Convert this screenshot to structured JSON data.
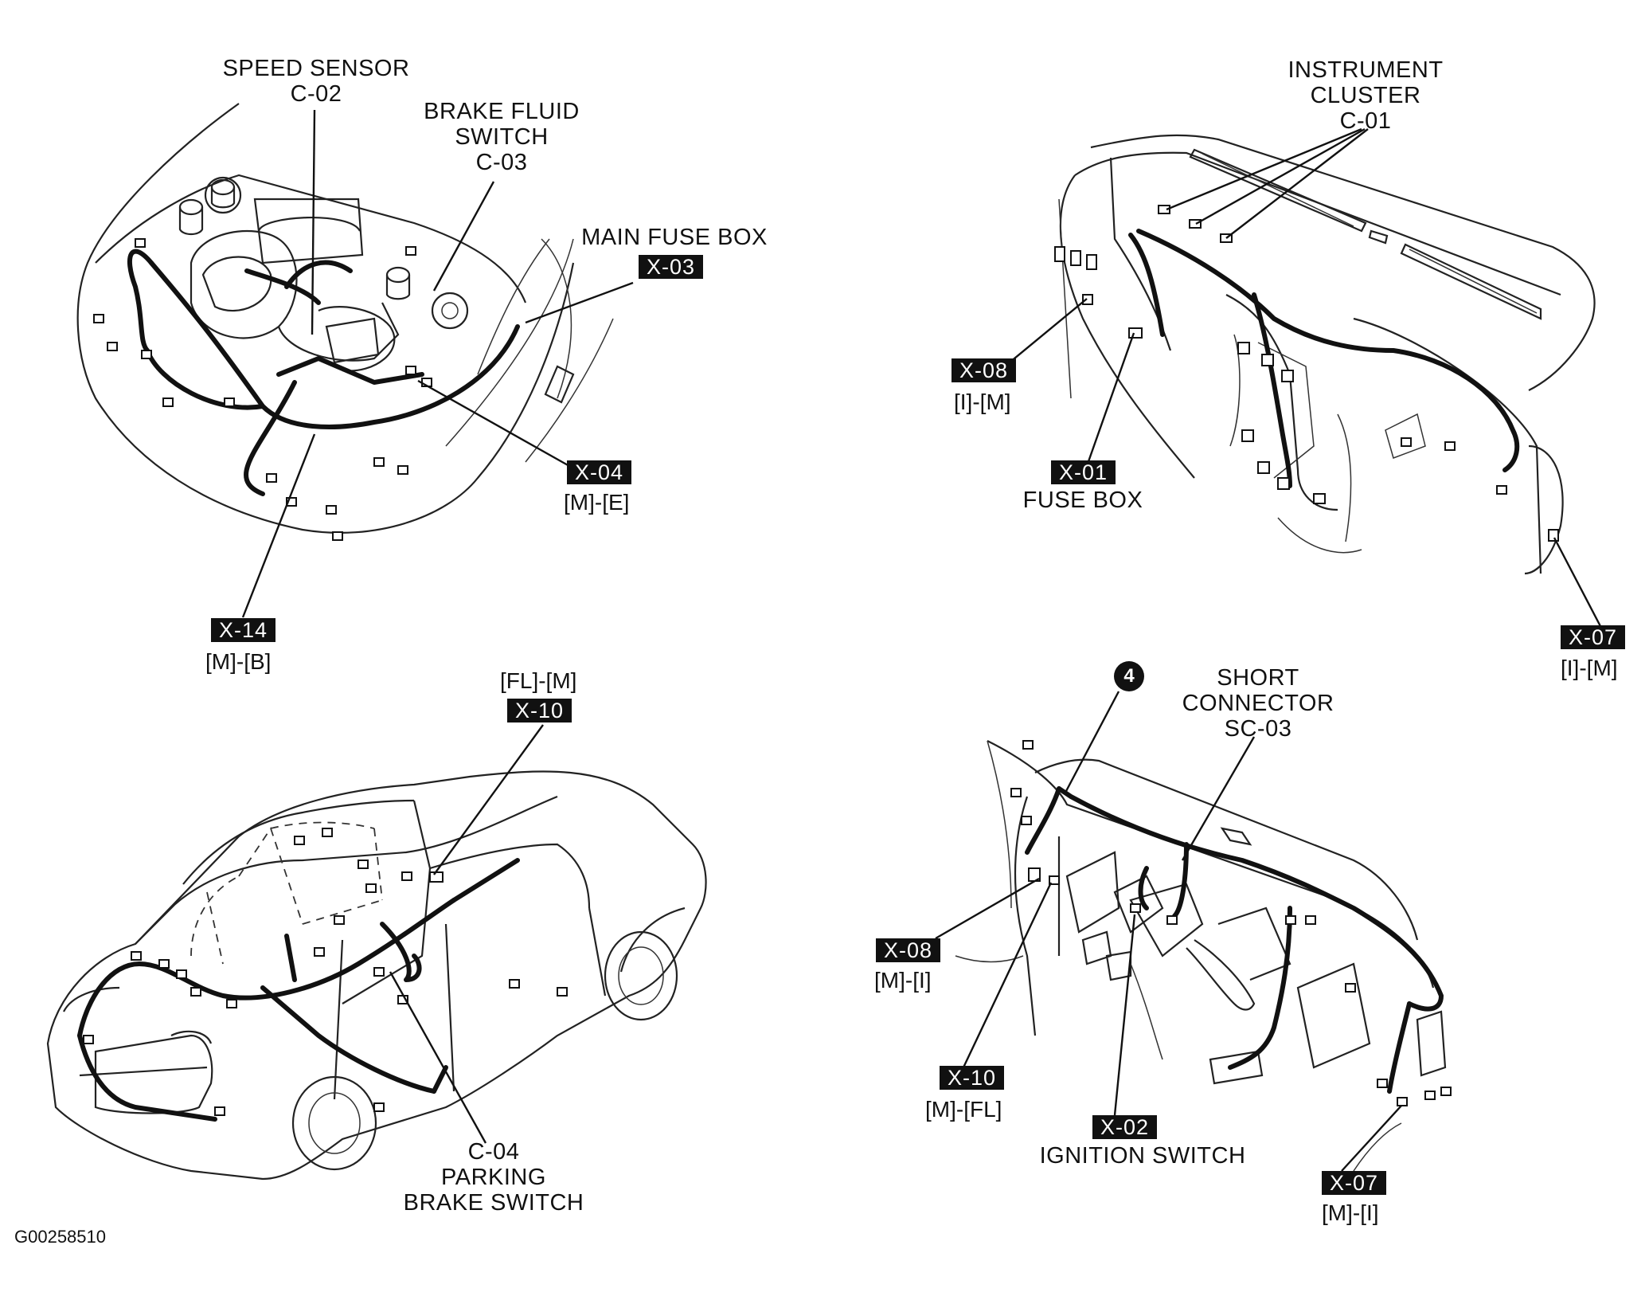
{
  "figure_id": "G00258510",
  "engine_bay": {
    "speed_sensor": {
      "name": "SPEED SENSOR",
      "code": "C-02"
    },
    "brake_fluid_switch": {
      "name_line1": "BRAKE FLUID",
      "name_line2": "SWITCH",
      "code": "C-03"
    },
    "main_fuse_box": {
      "name": "MAIN FUSE BOX",
      "code": "X-03"
    },
    "x04": {
      "code": "X-04",
      "route": "[M]-[E]"
    },
    "x14": {
      "code": "X-14",
      "route": "[M]-[B]"
    }
  },
  "dashboard_top": {
    "instrument_cluster": {
      "name_line1": "INSTRUMENT",
      "name_line2": "CLUSTER",
      "code": "C-01"
    },
    "x08": {
      "code": "X-08",
      "route": "[I]-[M]"
    },
    "x01": {
      "code": "X-01",
      "name": "FUSE BOX"
    },
    "x07": {
      "code": "X-07",
      "route": "[I]-[M]"
    }
  },
  "body": {
    "x10": {
      "route": "[FL]-[M]",
      "code": "X-10"
    },
    "parking_brake": {
      "code": "C-04",
      "name_line1": "PARKING",
      "name_line2": "BRAKE SWITCH"
    }
  },
  "dashboard_under": {
    "badge": "4",
    "short_connector": {
      "name_line1": "SHORT",
      "name_line2": "CONNECTOR",
      "code": "SC-03"
    },
    "x08": {
      "code": "X-08",
      "route": "[M]-[I]"
    },
    "x10": {
      "code": "X-10",
      "route": "[M]-[FL]"
    },
    "x02": {
      "code": "X-02",
      "name": "IGNITION SWITCH"
    },
    "x07": {
      "code": "X-07",
      "route": "[M]-[I]"
    }
  }
}
